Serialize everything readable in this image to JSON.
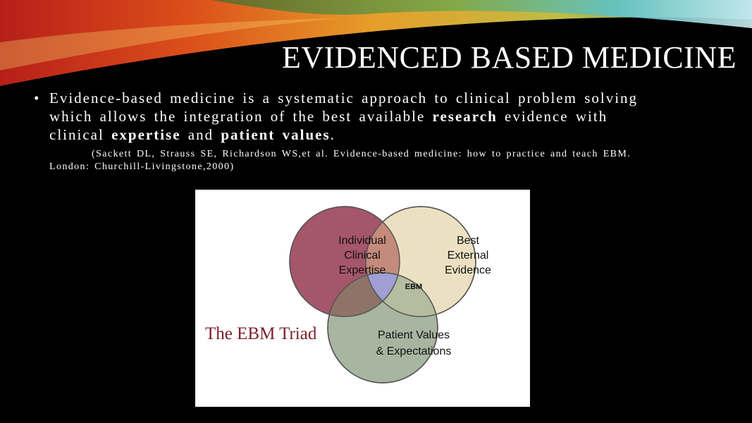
{
  "slide": {
    "title": "EVIDENCED BASED MEDICINE",
    "bullet_marker": "•",
    "bullet": {
      "intro": "Evidence-based medicine is a systematic approach to clinical problem solving which allows the integration of the best available",
      "term_research": "research",
      "mid1": "evidence with clinical",
      "term_expertise": "expertise",
      "mid2": "and",
      "term_patient_values": "patient values",
      "end": "."
    },
    "citation": "(Sackett DL, Strauss SE, Richardson WS,et al. Evidence-based medicine: how to practice and teach EBM. London: Churchill-Livingstone,2000)"
  },
  "figure": {
    "caption": "The EBM Triad",
    "circle_1": [
      "Individual",
      "Clinical",
      "Expertise"
    ],
    "circle_2": [
      "Best",
      "External",
      "Evidence"
    ],
    "circle_3": [
      "Patient Values",
      "& Expectations"
    ],
    "center_label": "EBM",
    "colors": {
      "circle_1": "#a5566b",
      "circle_2": "#ebe1c2",
      "circle_3": "#a8b5a0",
      "center": "#9f9fd4",
      "caption": "#7a1f2b"
    }
  }
}
